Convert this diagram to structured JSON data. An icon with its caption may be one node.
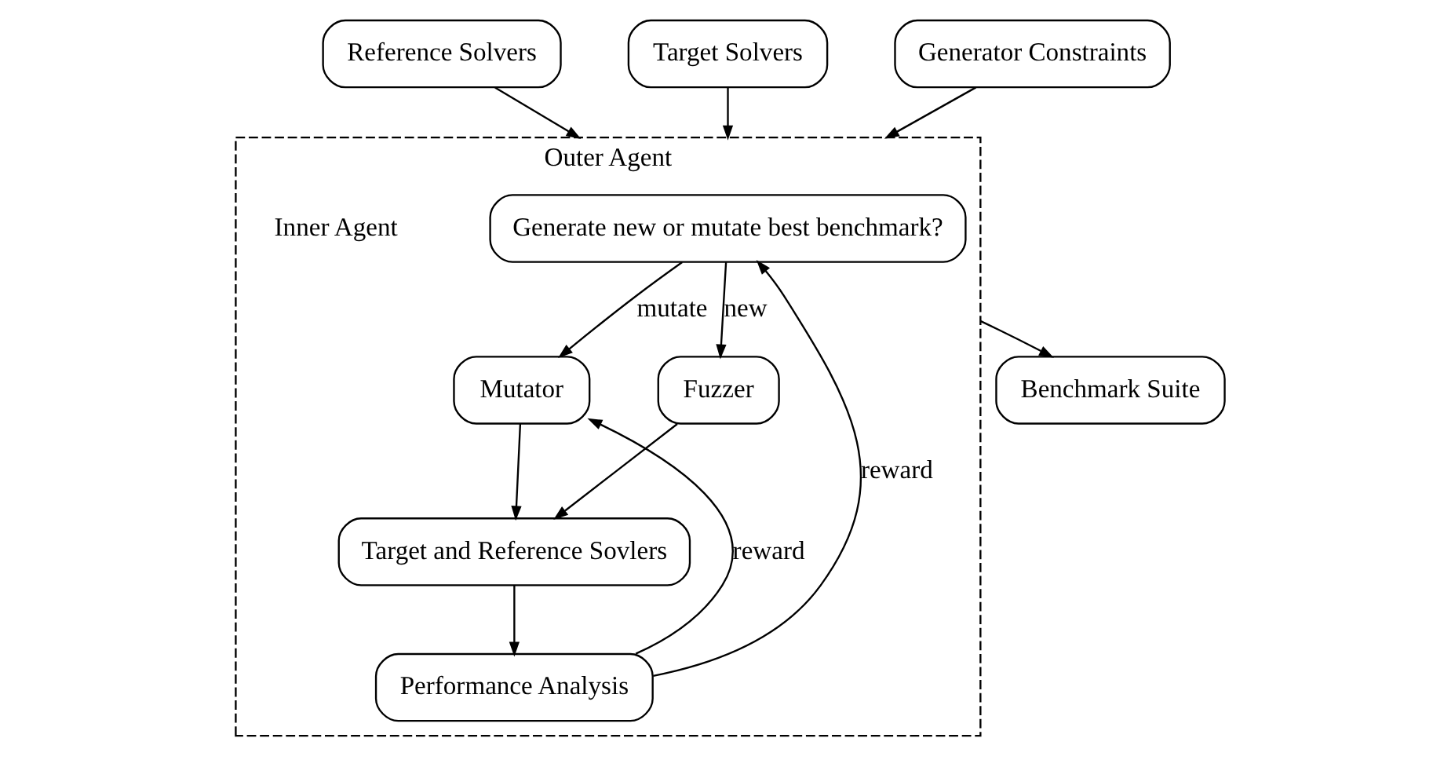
{
  "diagram": {
    "nodes": [
      {
        "text": [
          "Outer Agent"
        ]
      },
      {
        "text": [
          "Reference Solvers"
        ]
      },
      {
        "text": [
          "Target Solvers"
        ]
      },
      {
        "text": [
          "Generator Constraints"
        ]
      },
      {
        "text": [
          "Generate new or mutate best benchmark?"
        ],
        "in": 0
      },
      {
        "text": [
          "Mutator"
        ],
        "in": 0
      },
      {
        "text": [
          "Fuzzer"
        ],
        "in": 0
      },
      {
        "text": [
          "Target and Reference Sovlers"
        ],
        "in": 0
      },
      {
        "text": [
          "Performance Analysis"
        ],
        "in": 0
      },
      {
        "text": [
          "Benchmark Suite"
        ]
      }
    ],
    "edges": [
      {
        "from": 1,
        "to": 0,
        "arrow": "to"
      },
      {
        "from": 2,
        "to": 0,
        "arrow": "to"
      },
      {
        "from": 3,
        "to": 0,
        "arrow": "to"
      },
      {
        "from": 0,
        "to": 9,
        "arrow": "to"
      },
      {
        "from": 4,
        "to": 5,
        "arrow": "to",
        "label": "mutate"
      },
      {
        "from": 4,
        "to": 6,
        "arrow": "to",
        "label": "new"
      },
      {
        "from": 5,
        "to": 7,
        "arrow": "to"
      },
      {
        "from": 6,
        "to": 7,
        "arrow": "to"
      },
      {
        "from": 7,
        "to": 8,
        "arrow": "to"
      },
      {
        "from": 8,
        "to": 5,
        "arrow": "to",
        "label": "reward"
      },
      {
        "from": 8,
        "to": 4,
        "arrow": "to",
        "label": "reward"
      }
    ],
    "labels": [
      "Inner Agent"
    ]
  }
}
